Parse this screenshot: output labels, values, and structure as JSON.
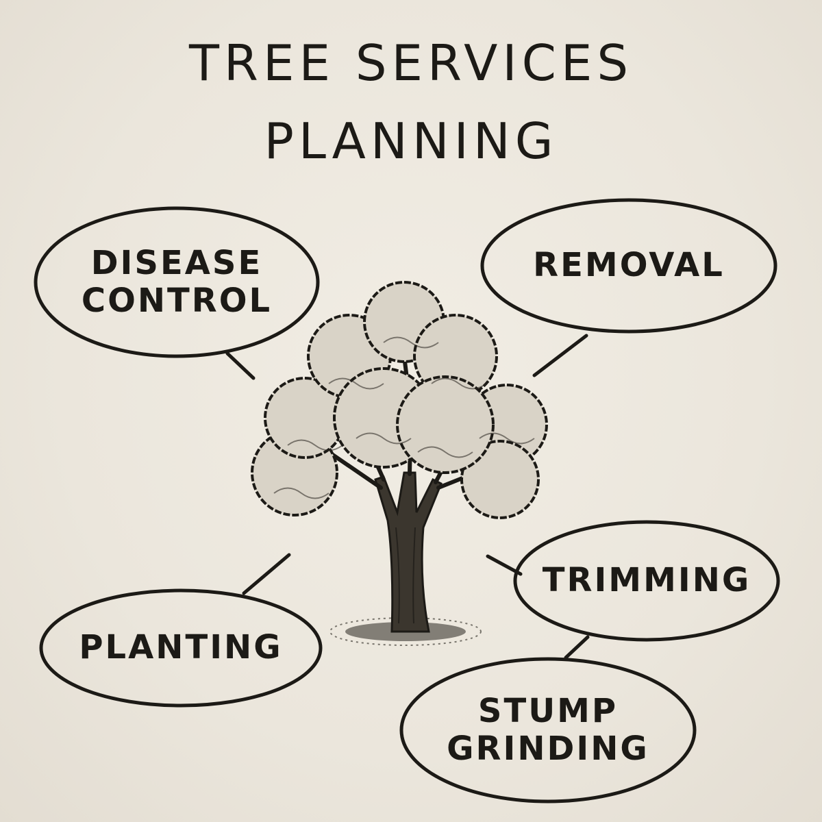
{
  "title": {
    "line1": "TREE SERVICES",
    "line2": "PLANNING"
  },
  "nodes": {
    "disease_control": {
      "line1": "DISEASE",
      "line2": "CONTROL"
    },
    "removal": {
      "line1": "REMOVAL"
    },
    "trimming": {
      "line1": "TRIMMING"
    },
    "planting": {
      "line1": "PLANTING"
    },
    "stump_grinding": {
      "line1": "STUMP",
      "line2": "GRINDING"
    }
  },
  "center_icon": "tree-icon",
  "colors": {
    "ink": "#1c1a16",
    "paper": "#ece7dd"
  }
}
